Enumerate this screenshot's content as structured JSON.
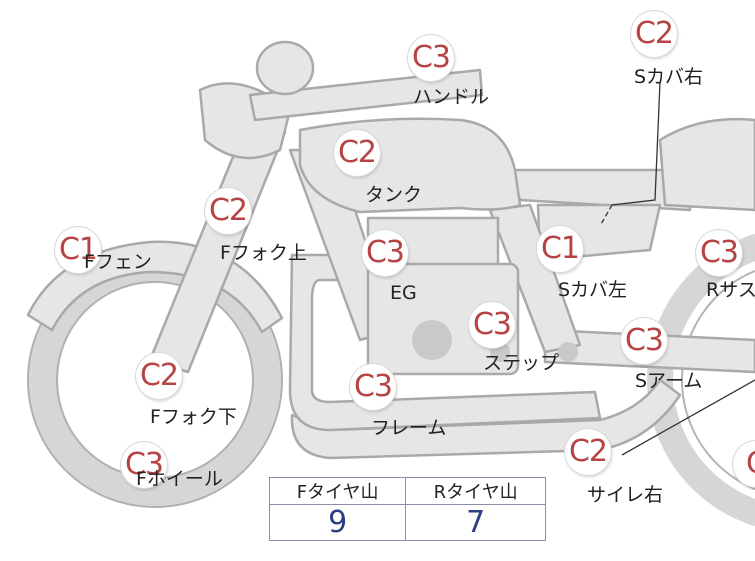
{
  "parts": [
    {
      "id": "handle",
      "grade": "C3",
      "label": "ハンドル"
    },
    {
      "id": "seat-cover-r",
      "grade": "C2",
      "label": "Sカバ右"
    },
    {
      "id": "tank",
      "grade": "C2",
      "label": "タンク"
    },
    {
      "id": "fork-upper",
      "grade": "C2",
      "label": "Fフォク上"
    },
    {
      "id": "front-fender",
      "grade": "C1",
      "label": "Fフェン"
    },
    {
      "id": "engine",
      "grade": "C3",
      "label": "EG"
    },
    {
      "id": "seat-cover-l",
      "grade": "C1",
      "label": "Sカバ左"
    },
    {
      "id": "rear-susp",
      "grade": "C3",
      "label": "Rサス"
    },
    {
      "id": "step",
      "grade": "C3",
      "label": "ステップ"
    },
    {
      "id": "swing-arm",
      "grade": "C3",
      "label": "Sアーム"
    },
    {
      "id": "fork-lower",
      "grade": "C2",
      "label": "Fフォク下"
    },
    {
      "id": "frame",
      "grade": "C3",
      "label": "フレーム"
    },
    {
      "id": "front-wheel",
      "grade": "C3",
      "label": "Fホイール"
    },
    {
      "id": "muffler-r",
      "grade": "C2",
      "label": "サイレ右"
    },
    {
      "id": "rear-wheel",
      "grade": "C"
    }
  ],
  "tread": {
    "front_header": "Fタイヤ山",
    "rear_header": "Rタイヤ山",
    "front_value": "9",
    "rear_value": "7"
  }
}
